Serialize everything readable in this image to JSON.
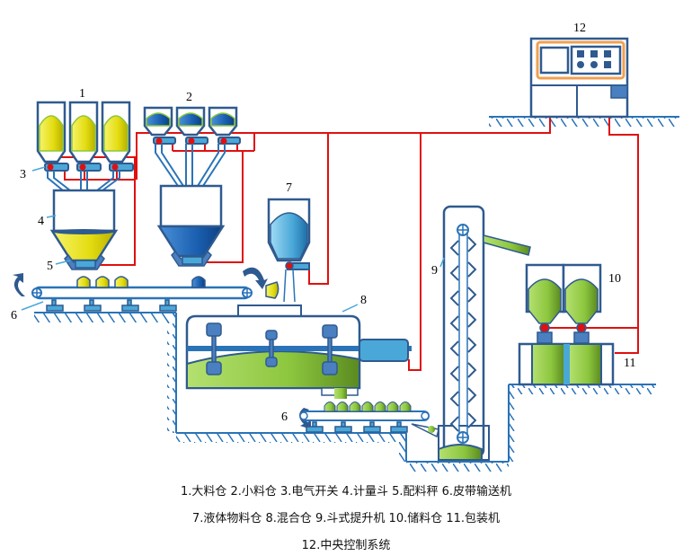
{
  "title": "配料混合包装生产线工艺流程示意图",
  "labels": {
    "n1": "1",
    "n2": "2",
    "n3": "3",
    "n4": "4",
    "n5": "5",
    "n6a": "6",
    "n6b": "6",
    "n7": "7",
    "n8": "8",
    "n9": "9",
    "n10": "10",
    "n11": "11",
    "n12": "12"
  },
  "legend": {
    "line1": "1.大料仓 2.小料仓 3.电气开关 4.计量斗 5.配料秤 6.皮带输送机",
    "line2": "7.液体物料仓 8.混合仓 9.斗式提升机 10.储料仓 11.包装机",
    "line3": "12.中央控制系统"
  },
  "components": [
    {
      "id": 1,
      "name": "大料仓"
    },
    {
      "id": 2,
      "name": "小料仓"
    },
    {
      "id": 3,
      "name": "电气开关"
    },
    {
      "id": 4,
      "name": "计量斗"
    },
    {
      "id": 5,
      "name": "配料秤"
    },
    {
      "id": 6,
      "name": "皮带输送机"
    },
    {
      "id": 7,
      "name": "液体物料仓"
    },
    {
      "id": 8,
      "name": "混合仓"
    },
    {
      "id": 9,
      "name": "斗式提升机"
    },
    {
      "id": 10,
      "name": "储料仓"
    },
    {
      "id": 11,
      "name": "包装机"
    },
    {
      "id": 12,
      "name": "中央控制系统"
    }
  ],
  "colors": {
    "outline": "#2f5a8f",
    "pipe": "#2a73b8",
    "wire": "#e01010",
    "yellow": "#e8e020",
    "blue": "#1a5fb0",
    "light_blue": "#4aa8d8",
    "green": "#8cc63e",
    "orange": "#f0a050"
  }
}
